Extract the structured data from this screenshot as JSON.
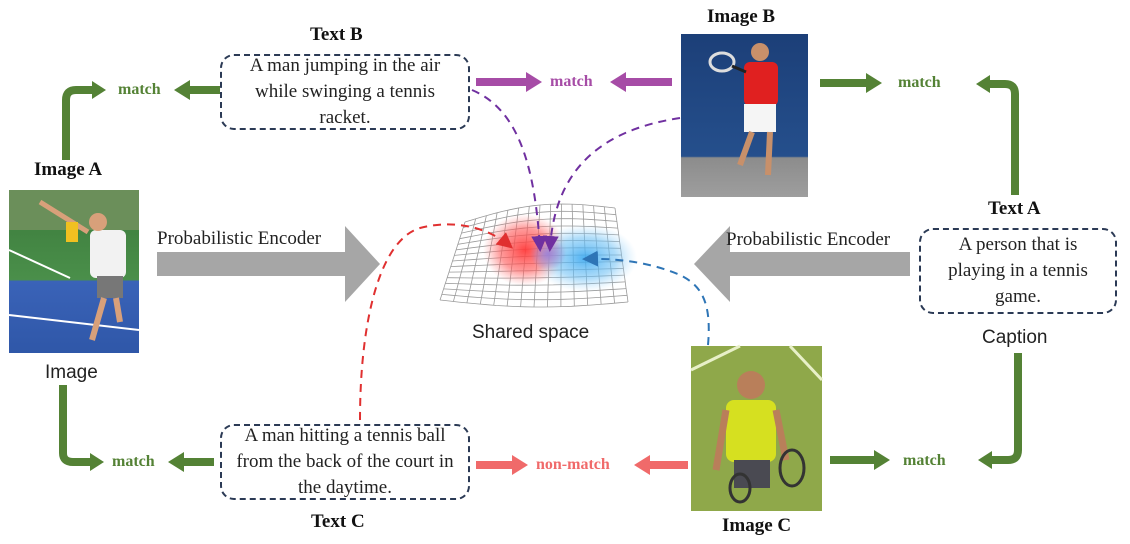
{
  "labels": {
    "text_b": "Text B",
    "image_b": "Image B",
    "image_a": "Image A",
    "text_a": "Text A",
    "text_c": "Text C",
    "image_c": "Image C"
  },
  "texts": {
    "text_b": "A man jumping in the air while swinging a tennis racket.",
    "text_a": "A person that is playing in a tennis game.",
    "text_c": "A man hitting a tennis ball from the back of the court in the daytime."
  },
  "encoder": {
    "left": "Probabilistic Encoder",
    "right": "Probabilistic Encoder"
  },
  "captions": {
    "shared_space": "Shared space",
    "image": "Image",
    "caption": "Caption"
  },
  "matches": {
    "top_left": "match",
    "top_center": "match",
    "top_right": "match",
    "bottom_left": "match",
    "bottom_center": "non-match",
    "bottom_right": "match"
  },
  "colors": {
    "green": "#548235",
    "purple": "#a64ca6",
    "red": "#f06a6a",
    "gray_arrow": "#a6a6a6",
    "box_border": "#2b3a55",
    "dash_purple": "#7030a0",
    "dash_red": "#e03030",
    "dash_blue": "#2e75b6"
  }
}
